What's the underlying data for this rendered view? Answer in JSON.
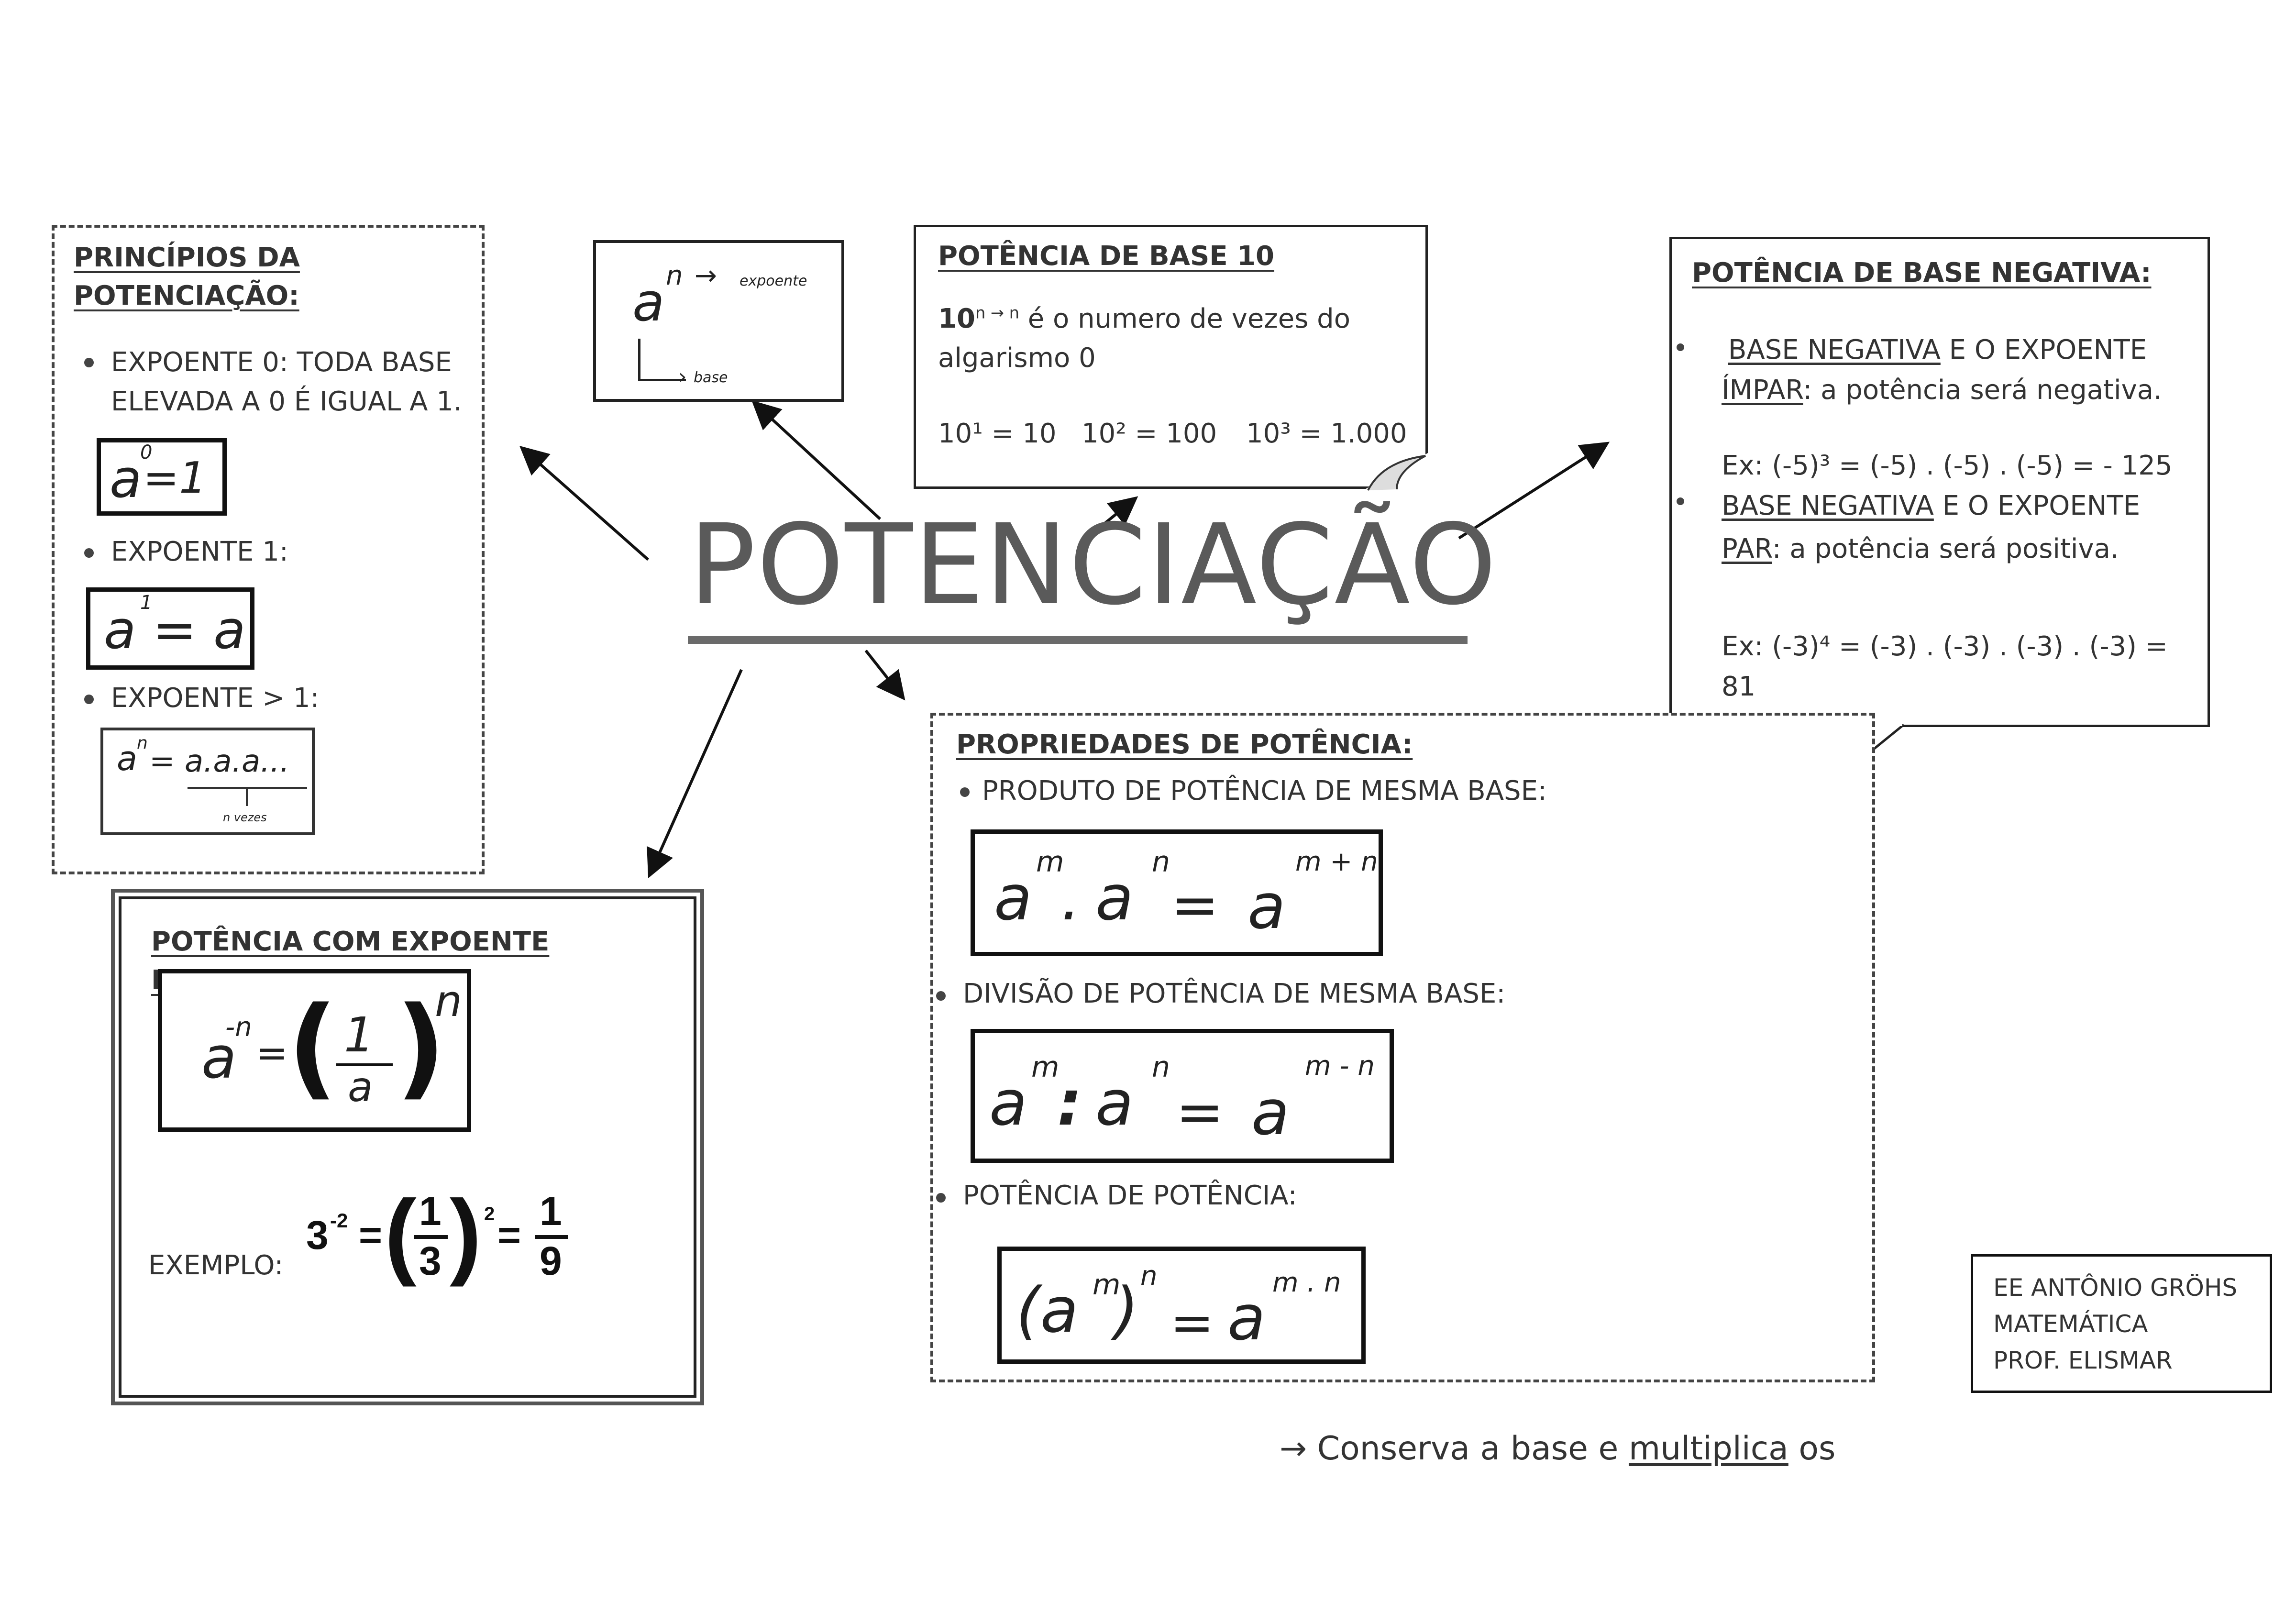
{
  "title": "POTENCIAÇÃO",
  "principios": {
    "heading_line1": "PRINCÍPIOS DA",
    "heading_line2": "POTENCIAÇÃO:",
    "item1_line1": "EXPOENTE 0: TODA BASE",
    "item1_line2": "ELEVADA A 0 É IGUAL A 1.",
    "formula1_base": "a",
    "formula1_exp": "0",
    "formula1_rhs": "=1",
    "item2": "EXPOENTE 1:",
    "formula2_base": "a",
    "formula2_exp": "1",
    "formula2_rhs": "= a",
    "item3": "EXPOENTE > 1:",
    "formula3_base": "a",
    "formula3_exp": "n",
    "formula3_rhs": "= a.a.a...",
    "formula3_note": "n vezes"
  },
  "notation": {
    "base_symbol": "a",
    "exp_symbol": "n",
    "exp_label": "expoente",
    "base_label": "base"
  },
  "base10": {
    "heading": "POTÊNCIA DE BASE  10",
    "desc_part1": "10",
    "desc_sup": "n → n",
    "desc_part2": " é o numero de vezes do",
    "desc_line2": "algarismo 0",
    "ex1": "10¹ = 10",
    "ex2": "10² = 100",
    "ex3": "10³ = 1.000"
  },
  "negativa": {
    "heading": "POTÊNCIA DE BASE NEGATIVA:",
    "b1_u1": "BASE NEGATIVA",
    "b1_t1": " E O EXPOENTE",
    "b1_u2": "ÍMPAR",
    "b1_t2": ": a potência será negativa.",
    "ex1": "Ex: (-5)³ = (-5) . (-5) . (-5) = - 125",
    "b2_u1": "BASE NEGATIVA",
    "b2_t1": " E O EXPOENTE",
    "b2_u2": "PAR",
    "b2_t2": ": a potência será positiva.",
    "ex2": "Ex: (-3)⁴ = (-3) . (-3) . (-3) . (-3) = 81"
  },
  "propriedades": {
    "heading": "PROPRIEDADES DE POTÊNCIA:",
    "p1": "PRODUTO DE POTÊNCIA DE MESMA BASE:",
    "f1_lhs": "a",
    "f1_lexp": "m",
    "f1_op": ".",
    "f1_mid": "a",
    "f1_mexp": "n",
    "f1_eq": "=",
    "f1_rhs": "a",
    "f1_rexp": "m + n",
    "p2": "DIVISÃO DE POTÊNCIA DE MESMA BASE:",
    "f2_lhs": "a",
    "f2_lexp": "m",
    "f2_op": ":",
    "f2_mid": "a",
    "f2_mexp": "n",
    "f2_eq": "=",
    "f2_rhs": "a",
    "f2_rexp": "m - n",
    "p3": "POTÊNCIA DE POTÊNCIA:",
    "f3_open": "(a",
    "f3_inexp": "m",
    "f3_close": ")",
    "f3_outexp": "n",
    "f3_eq": "=",
    "f3_rhs": "a",
    "f3_rexp": "m . n"
  },
  "expneg": {
    "heading": "POTÊNCIA COM EXPOENTE NEGATIVO",
    "f_base": "a",
    "f_exp": "-n",
    "f_eq": "=",
    "f_num": "1",
    "f_den": "a",
    "f_outexp": "n",
    "example_label": "EXEMPLO:",
    "ex_base": "3",
    "ex_exp": "-2",
    "ex_eq": "=",
    "ex_num": "1",
    "ex_den": "3",
    "ex_outexp": "2",
    "ex_eq2": "=",
    "ex_rnum": "1",
    "ex_rden": "9"
  },
  "school": {
    "line1": "EE ANTÔNIO GRÖHS",
    "line2": "MATEMÁTICA",
    "line3": "PROF. ELISMAR"
  },
  "footer": {
    "arrow": "→",
    "t1": " Conserva a base e ",
    "u1": "multiplica",
    "t2": " os"
  }
}
